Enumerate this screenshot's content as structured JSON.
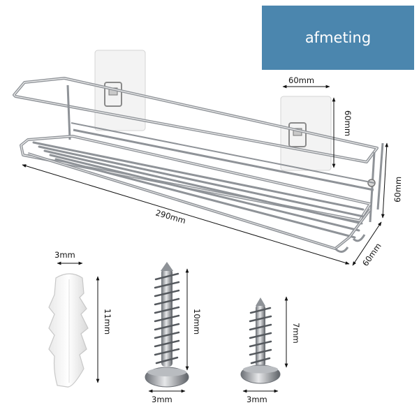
{
  "banner": {
    "label": "afmeting"
  },
  "dimensions": {
    "rack_length": "290mm",
    "rack_height": "60mm",
    "rack_depth": "60mm",
    "hook_width": "60mm",
    "hook_height": "60mm",
    "anchor_width": "3mm",
    "anchor_length": "11mm",
    "screw_large_width": "3mm",
    "screw_large_length": "10mm",
    "screw_small_width": "3mm",
    "screw_small_length": "7mm"
  },
  "colors": {
    "banner": "#4b86ae",
    "metal": "#9a9ea4"
  }
}
